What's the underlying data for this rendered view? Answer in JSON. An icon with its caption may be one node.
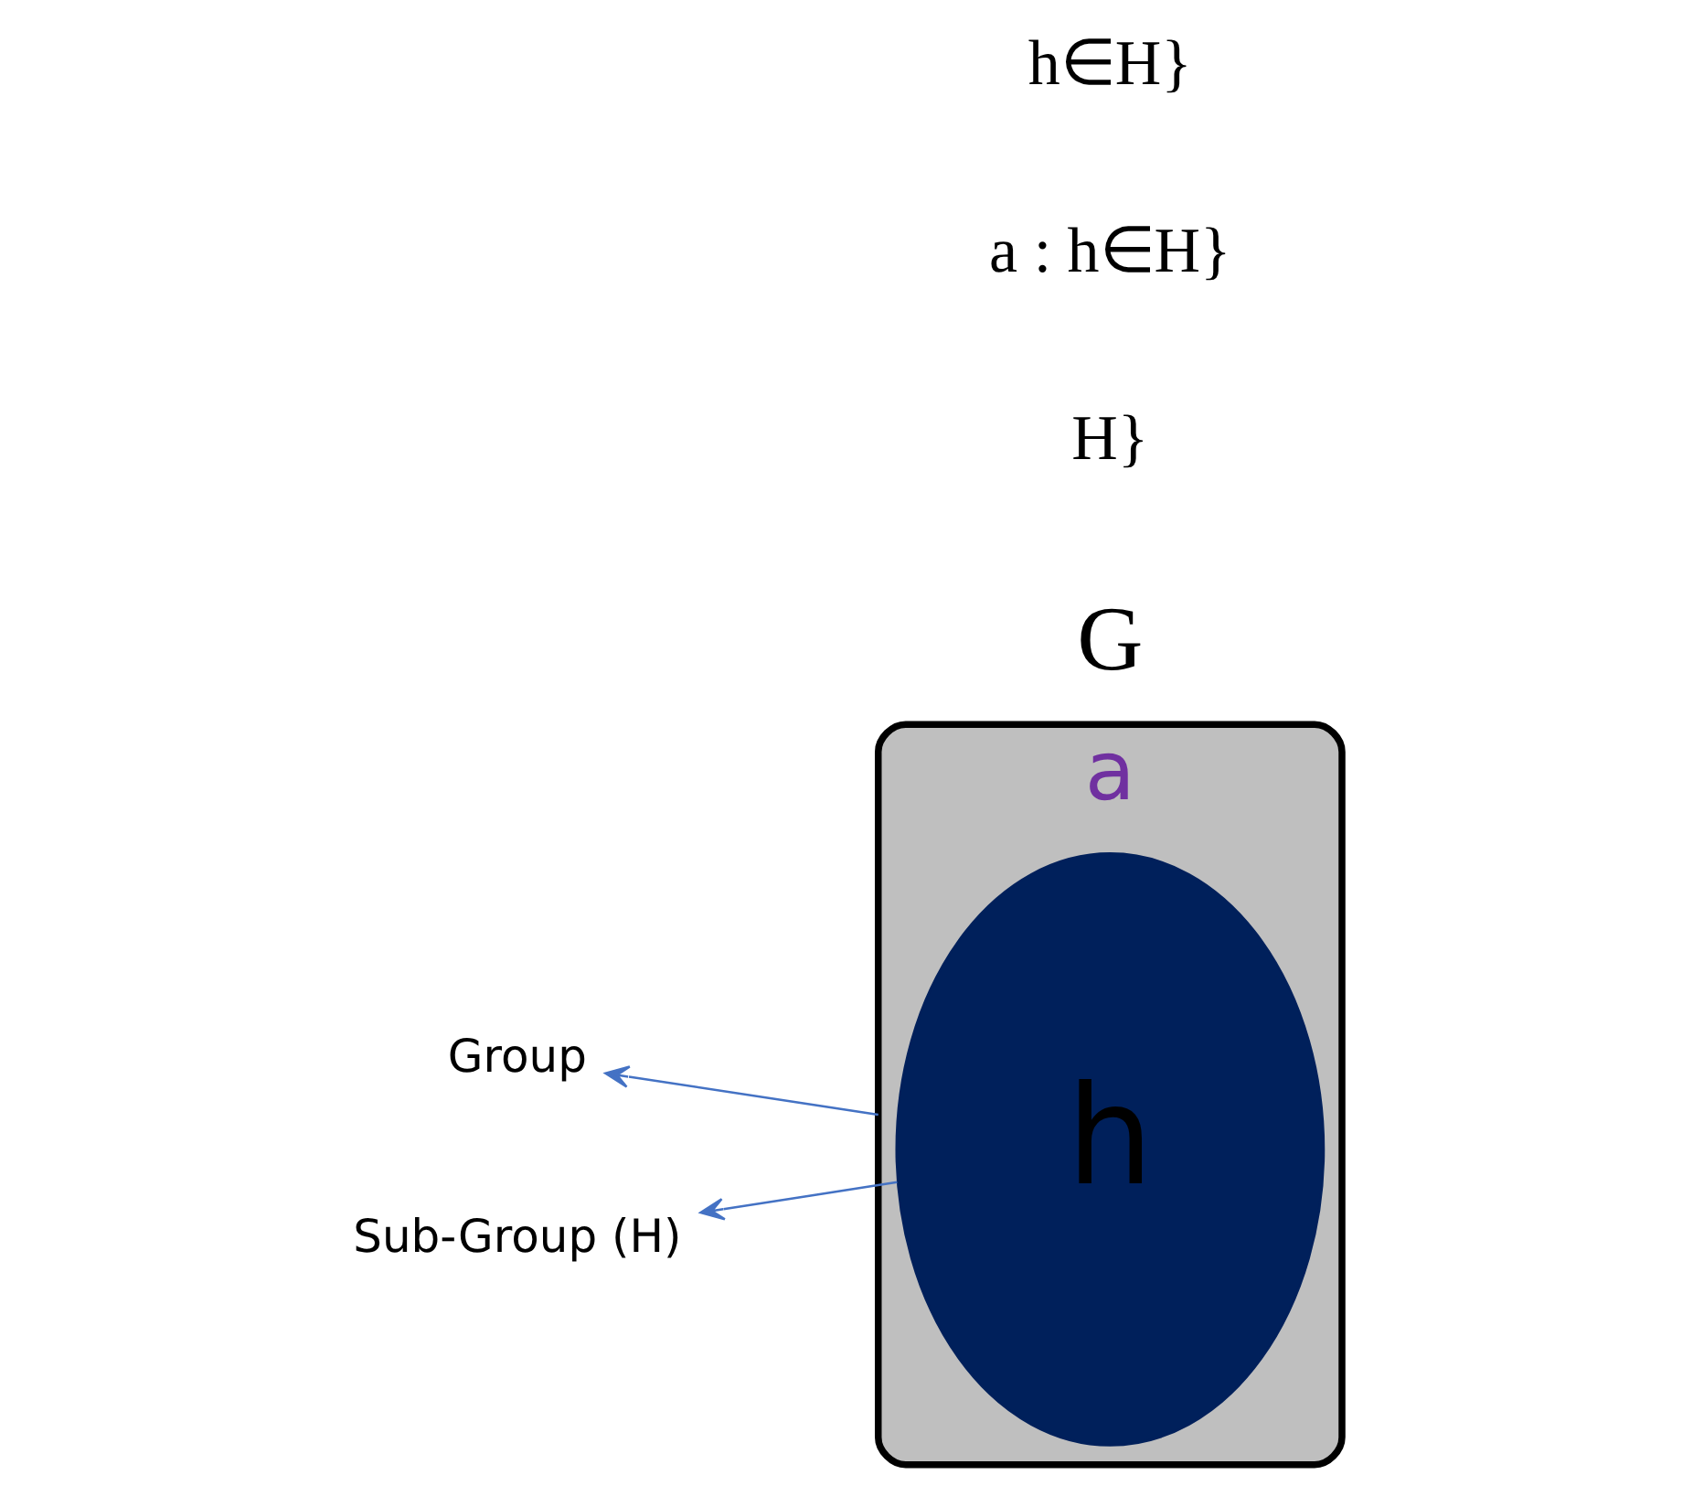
{
  "diagram": {
    "nodes": [
      {
        "text": [
          "Group"
        ]
      },
      {
        "text": [
          "Sub-Group (H)"
        ]
      },
      {
        "text": [
          "a"
        ],
        "beside": [
          "G"
        ]
      },
      {
        "text": [
          "h"
        ],
        "in": 2
      }
    ],
    "edges": [
      {
        "from": 2,
        "to": 0,
        "arrow": "to"
      },
      {
        "from": 3,
        "to": 1,
        "arrow": "to"
      }
    ],
    "labels": [
      "h∈H}",
      "a : h∈H}",
      "H}"
    ]
  }
}
